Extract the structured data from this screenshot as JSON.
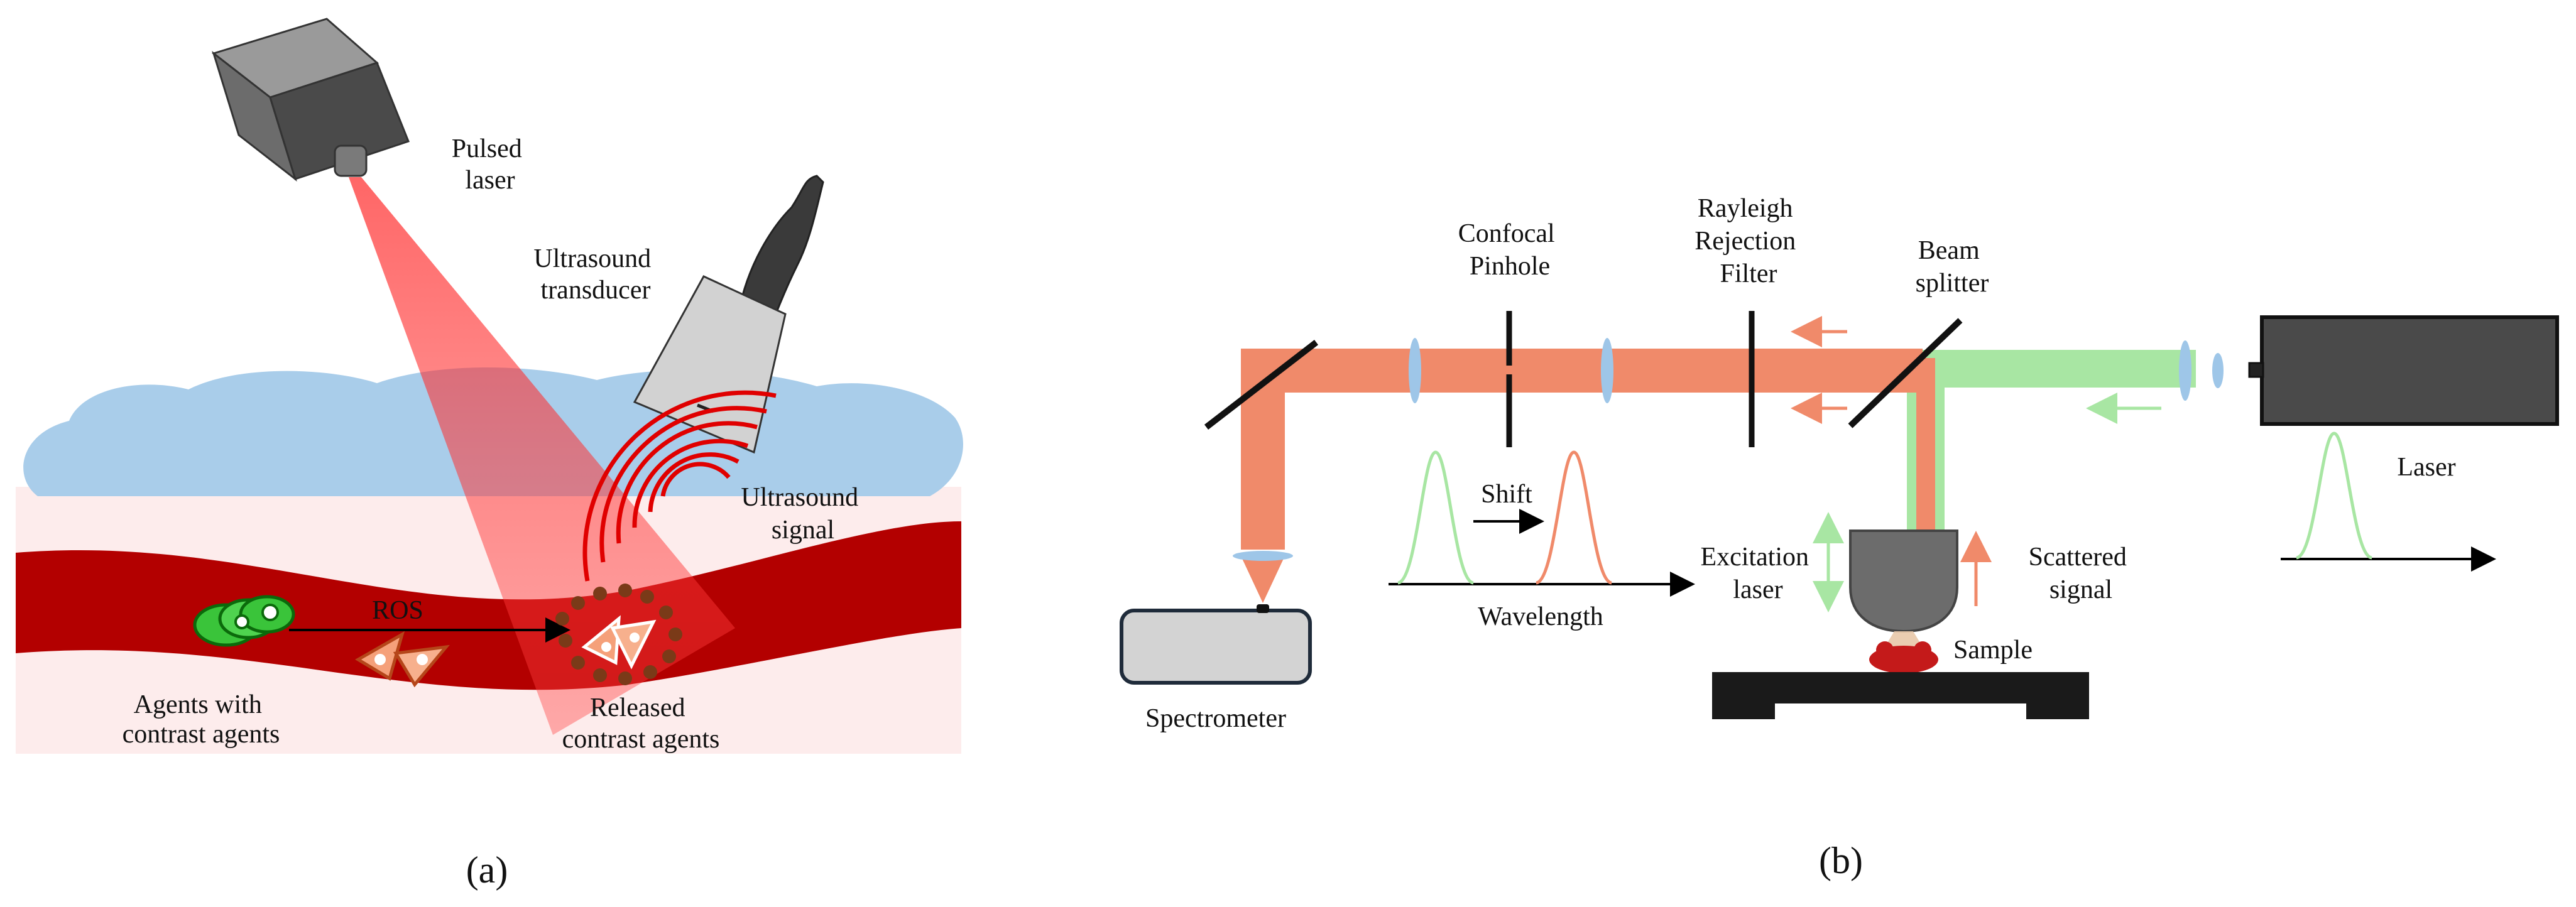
{
  "panel_a": {
    "caption": "(a)",
    "labels": {
      "pulsed_laser": [
        "Pulsed",
        "laser"
      ],
      "ultrasound_transducer": [
        "Ultrasound",
        "transducer"
      ],
      "ultrasound_signal": [
        "Ultrasound",
        "signal"
      ],
      "ros": "ROS",
      "agents": [
        "Agents with",
        "contrast agents"
      ],
      "released": [
        "Released",
        "contrast agents"
      ]
    }
  },
  "panel_b": {
    "caption": "(b)",
    "labels": {
      "confocal_pinhole": [
        "Confocal",
        "Pinhole"
      ],
      "rayleigh_filter": [
        "Rayleigh",
        "Rejection",
        "Filter"
      ],
      "beam_splitter": [
        "Beam",
        "splitter"
      ],
      "laser": "Laser",
      "shift": "Shift",
      "wavelength": "Wavelength",
      "excitation_laser": [
        "Excitation",
        "laser"
      ],
      "scattered_signal": [
        "Scattered",
        "signal"
      ],
      "sample": "Sample",
      "spectrometer": "Spectrometer"
    }
  },
  "colors": {
    "raman_beam": "#f08a6a",
    "laser_beam": "#a8e6a3",
    "blood_vessel": "#b30000",
    "skin_layer": "#a9cdea",
    "tissue": "#fdecec",
    "laser_cone": "#ff3b3b",
    "lens": "#9ec6e8"
  }
}
